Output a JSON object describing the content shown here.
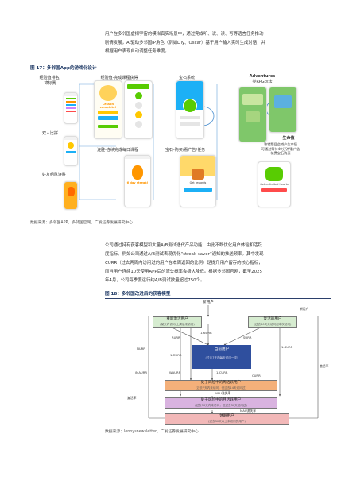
{
  "intro_text": [
    "用户在多邻国虚拟宇宙的模拟真实场景中，通过完成听、说、读、写等语言任务推动",
    "剧情发展，AI驱动多邻国IP角色（例如Lily、Oscar）基于用户输入实时生成对话，并",
    "根据用户表现自动调整任务难度。"
  ],
  "figure17": {
    "title": "图 17：多邻国App的游戏化设计",
    "labels": {
      "leaderboard": "经验值排名/\n锦标赛",
      "feedback": "经验值-完成课程获得",
      "gems_system": "宝石系统",
      "adventures_title": "Adventures",
      "adventures_sub": "类RPG玩法",
      "friends": "双人比拼",
      "streak": "连胜-连续完成每日课程",
      "shop": "宝石-购买/看广告/任务",
      "life": "生命值",
      "life_desc": "答错题目会减少生命值\n可通过等待40分钟/看广告\n花费宝石购买",
      "friend_streak": "好友组队连胜"
    },
    "phone_texts": {
      "lesson_complete": "Lesson complete!",
      "streak_days": "6 day streak!",
      "get_rewards": "Get rewards",
      "shop_label": "Get unlimited Hearts"
    },
    "source": "数据来源：多邻国APP，多邻国官网，广发证券发展研究中心"
  },
  "body_text": [
    "公司通过持有获客模型和大量A/B测试迭代产品功能，由此不断优化用户体验和活跃",
    "度指标。例如公司通过A/B测试表现优化“streak-saver”通知的推送频率。其中发现",
    "CURR（过去两周内访问过的用户在本周返回的比例）是提升用户留存的核心指标，",
    "而当用户连续10天使用APP后的流失概率会极大降低。根据多邻国官网，截至2025",
    "年4月，公司每季度运行约A/B测试数量超过750个。"
  ],
  "figure18": {
    "title": "图 18：多邻国改进后的获客模型",
    "nodes": {
      "new": "新用户",
      "reactivated": "重新激活用户",
      "reactivated_sub": "(某天内访问-上周后来访问)",
      "resurrected": "复活的用户",
      "resurrected_sub": "(过去30天未访问但本次访问)",
      "current": "当前用户",
      "current_sub": "(过去7天内每天访问一次)",
      "at_risk_wau": "处于风险中的周活跃用户",
      "at_risk_wau_sub": "(过去7天内未访问，但过去14天访问过)",
      "at_risk_mau": "处于风险中的月活跃用户",
      "at_risk_mau_sub": "(过去30天内未访问，但过去30天访问过)",
      "dormant": "休眠用户",
      "dormant_sub": "(过去30天以上未访问的用户)"
    },
    "edges": {
      "nurr": "NURR",
      "rurr": "RURR",
      "surr": "SURR",
      "curr": "CURR",
      "iwaurr": "iWAURR",
      "imaurr": "iMAURR",
      "one_nurr": "1-NURR",
      "one_rurr": "1-RURR",
      "one_surr": "1-SURR",
      "one_curr": "1-CURR",
      "wau_loss": "WAU流失率",
      "mau_loss": "MAU流失率",
      "new_label": "新用户",
      "reactivation_rate": "激活率",
      "resurrection_rate": "复活率"
    },
    "source": "数据来源：lennysnewsletter，广发证券发展研究中心"
  }
}
